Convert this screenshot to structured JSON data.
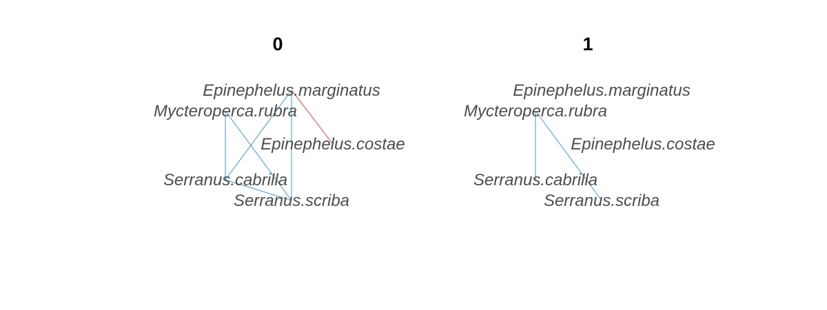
{
  "panels": [
    {
      "title": "0",
      "nodes": [
        {
          "id": "em",
          "label": "Epinephelus.marginatus"
        },
        {
          "id": "mr",
          "label": "Mycteroperca.rubra"
        },
        {
          "id": "ec",
          "label": "Epinephelus.costae"
        },
        {
          "id": "sc",
          "label": "Serranus.cabrilla"
        },
        {
          "id": "ss",
          "label": "Serranus.scriba"
        }
      ],
      "edges": [
        {
          "from": "em",
          "to": "ec",
          "sign": "negative"
        },
        {
          "from": "em",
          "to": "sc",
          "sign": "positive"
        },
        {
          "from": "em",
          "to": "ss",
          "sign": "positive"
        },
        {
          "from": "mr",
          "to": "sc",
          "sign": "positive"
        },
        {
          "from": "mr",
          "to": "ss",
          "sign": "positive"
        },
        {
          "from": "sc",
          "to": "ss",
          "sign": "positive"
        }
      ]
    },
    {
      "title": "1",
      "nodes": [
        {
          "id": "em",
          "label": "Epinephelus.marginatus"
        },
        {
          "id": "mr",
          "label": "Mycteroperca.rubra"
        },
        {
          "id": "ec",
          "label": "Epinephelus.costae"
        },
        {
          "id": "sc",
          "label": "Serranus.cabrilla"
        },
        {
          "id": "ss",
          "label": "Serranus.scriba"
        }
      ],
      "edges": [
        {
          "from": "mr",
          "to": "sc",
          "sign": "positive"
        },
        {
          "from": "mr",
          "to": "ss",
          "sign": "positive"
        }
      ]
    }
  ],
  "colors": {
    "positive": "#3b9ac6",
    "negative": "#d0363a",
    "label": "#4d4d4d",
    "title": "#000000"
  }
}
